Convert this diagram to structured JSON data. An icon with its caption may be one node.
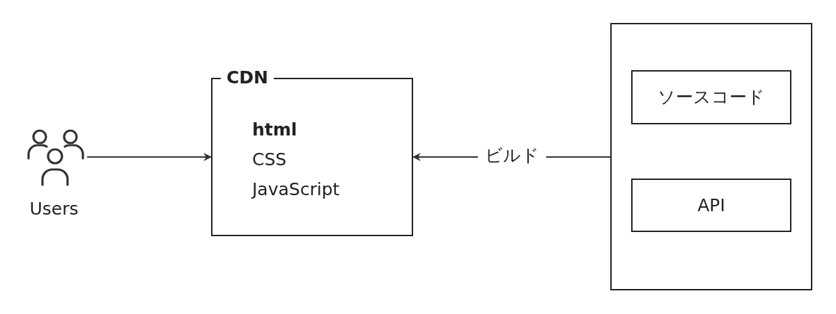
{
  "diagram": {
    "nodes": [
      {
        "text": [
          "Users"
        ]
      },
      {
        "text": [
          "CDN",
          "html",
          "CSS",
          "JavaScript"
        ]
      },
      {
        "text": [],
        "shape": "box"
      },
      {
        "text": [
          "ソースコード"
        ],
        "in": 2
      },
      {
        "text": [
          "API"
        ],
        "in": 2
      }
    ],
    "edges": [
      {
        "from": 0,
        "to": 1,
        "arrow": "to"
      },
      {
        "from": 2,
        "to": 1,
        "arrow": "to",
        "label": "ビルド"
      }
    ]
  }
}
